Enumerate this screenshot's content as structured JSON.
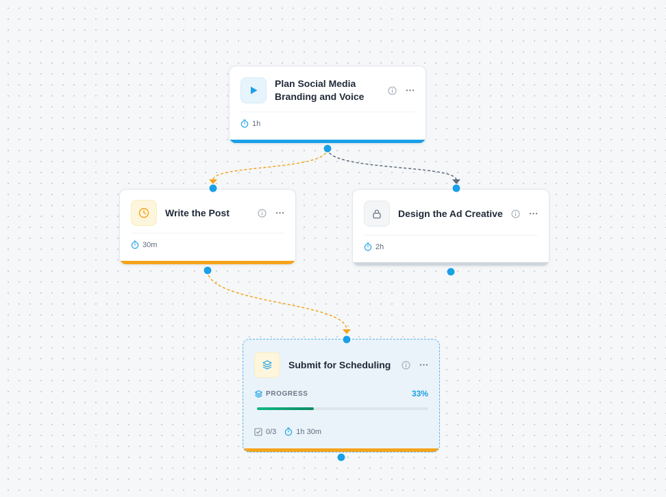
{
  "colors": {
    "accent_blue": "#1aa0e6",
    "amber": "#f5a31a",
    "edge_gray": "#5f6b7a",
    "bar_gray": "#cfd6de",
    "progress_green": "#10b981"
  },
  "nodes": {
    "plan": {
      "title": "Plan Social Media Branding and Voice",
      "icon": "play-icon",
      "duration": "1h",
      "status_color": "#1aa0e6"
    },
    "write": {
      "title": "Write the Post",
      "icon": "clock-icon",
      "duration": "30m",
      "status_color": "#f5a31a"
    },
    "design": {
      "title": "Design the Ad Creative",
      "icon": "lock-icon",
      "duration": "2h",
      "status_color": "#cfd6de"
    },
    "submit": {
      "title": "Submit for Scheduling",
      "icon": "layers-icon",
      "progress_label": "PROGRESS",
      "progress_text": "33%",
      "progress_value": 0.33,
      "subtasks": "0/3",
      "duration": "1h 30m",
      "status_color": "#f5a31a"
    }
  }
}
